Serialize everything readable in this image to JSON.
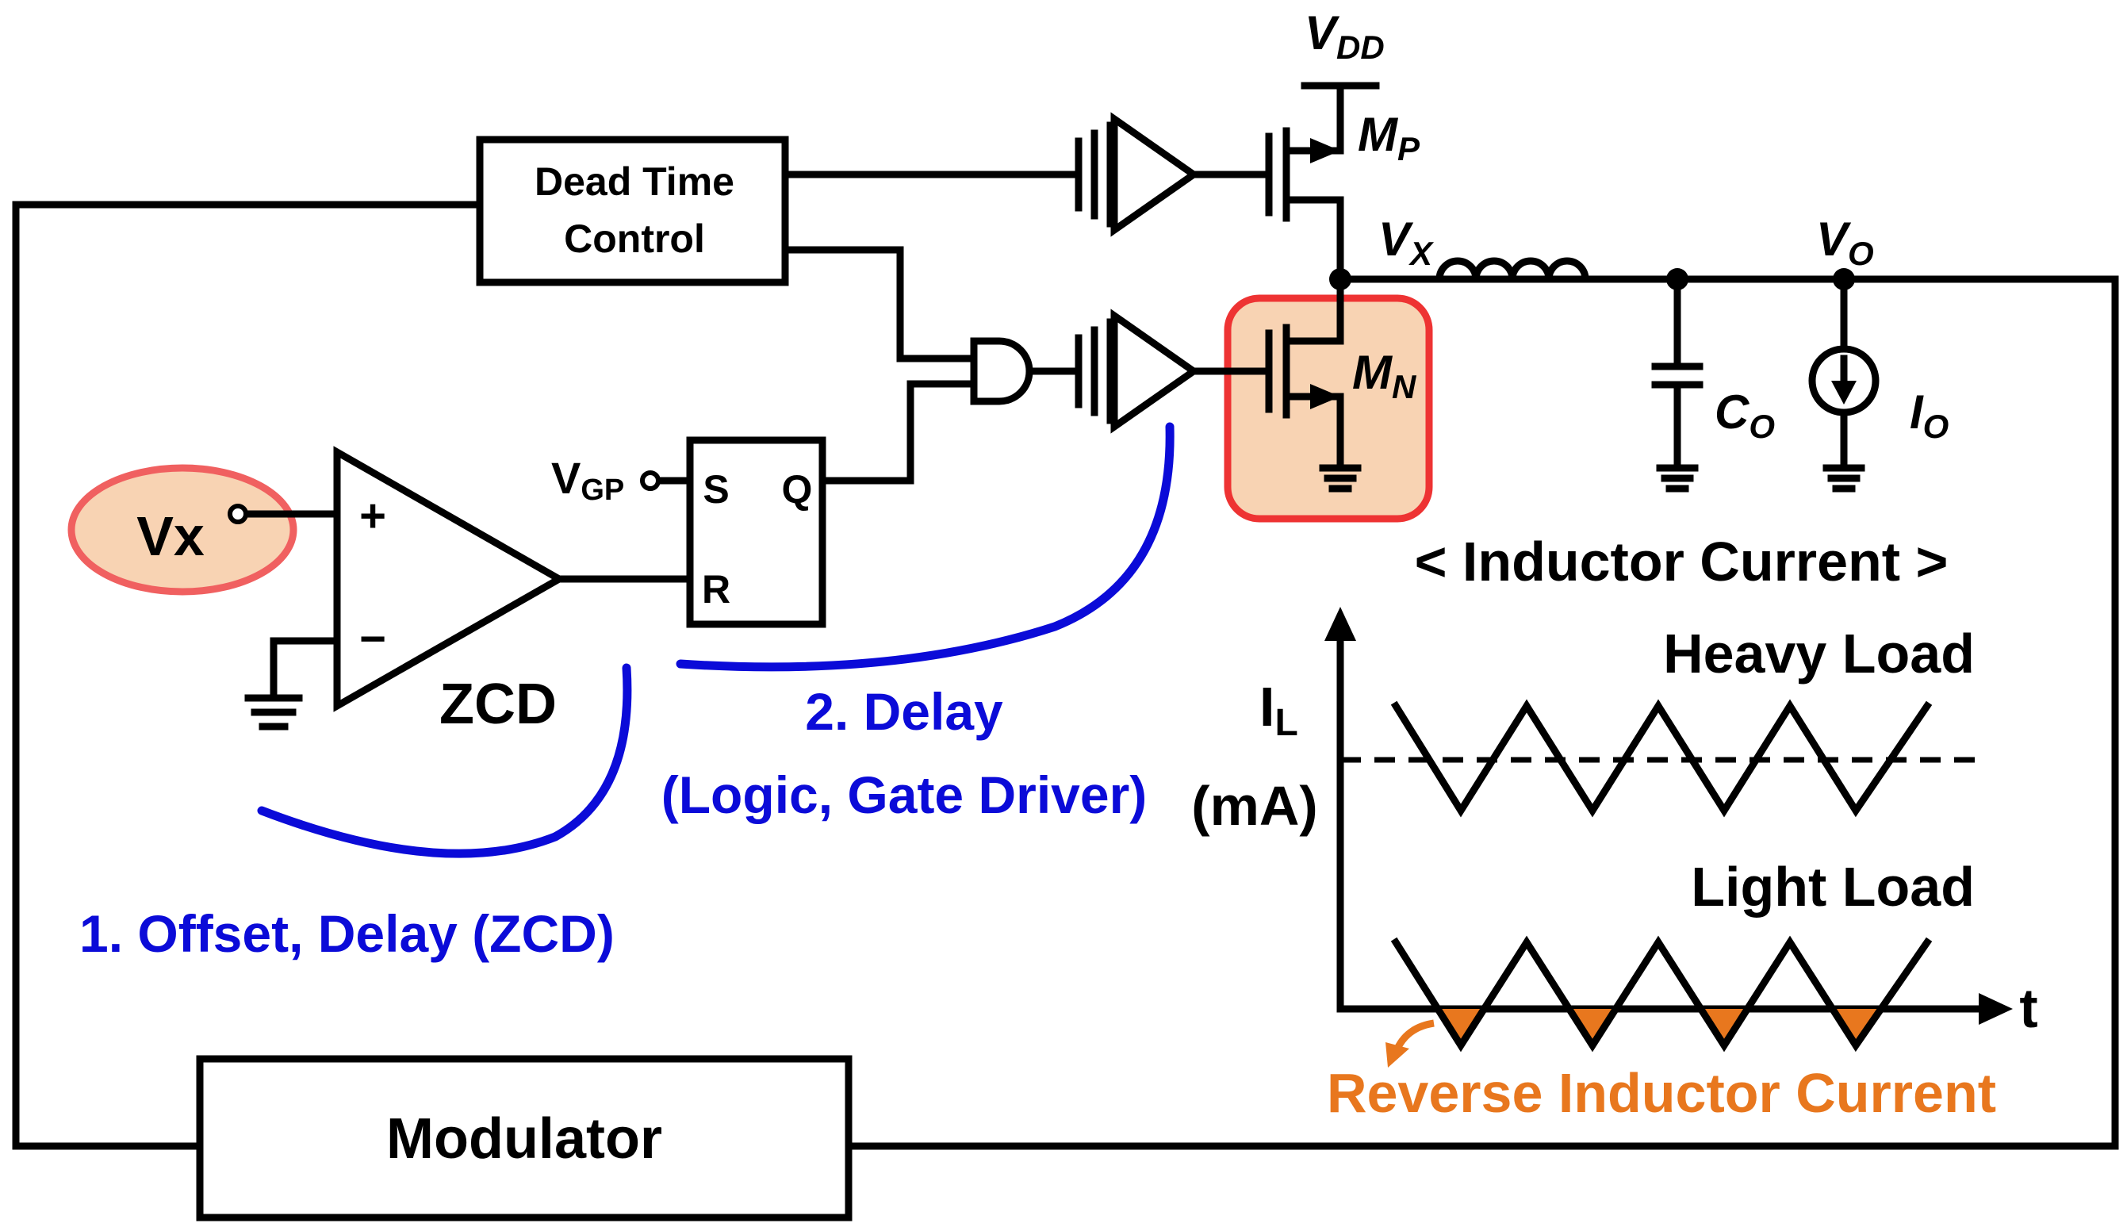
{
  "blocks": {
    "dead_time_line1": "Dead Time",
    "dead_time_line2": "Control",
    "modulator": "Modulator",
    "zcd": "ZCD",
    "sr_s": "S",
    "sr_r": "R",
    "sr_q": "Q",
    "comp_plus": "+",
    "comp_minus": "−"
  },
  "nodes": {
    "vdd_main": "V",
    "vdd_sub": "DD",
    "mp_main": "M",
    "mp_sub": "P",
    "mn_main": "M",
    "mn_sub": "N",
    "vx_main": "V",
    "vx_sub": "X",
    "vo_main": "V",
    "vo_sub": "O",
    "co_main": "C",
    "co_sub": "O",
    "io_main": "I",
    "io_sub": "O",
    "vgp_main": "V",
    "vgp_sub": "GP",
    "vx_input": "Vx"
  },
  "annotations": {
    "offset_delay": "1. Offset, Delay (ZCD)",
    "delay_line1": "2. Delay",
    "delay_line2": "(Logic, Gate Driver)"
  },
  "waveform": {
    "title": "< Inductor Current >",
    "heavy_load": "Heavy Load",
    "light_load": "Light Load",
    "y_label_main": "I",
    "y_label_sub": "L",
    "y_unit": "(mA)",
    "x_label": "t",
    "reverse_current": "Reverse Inductor Current"
  },
  "colors": {
    "annotation_blue": "#0b0bd8",
    "reverse_orange": "#e8771e",
    "highlight_fill": "#f8d3b3",
    "highlight_stroke": "#ee3333",
    "vx_ellipse_stroke": "#f06060"
  }
}
